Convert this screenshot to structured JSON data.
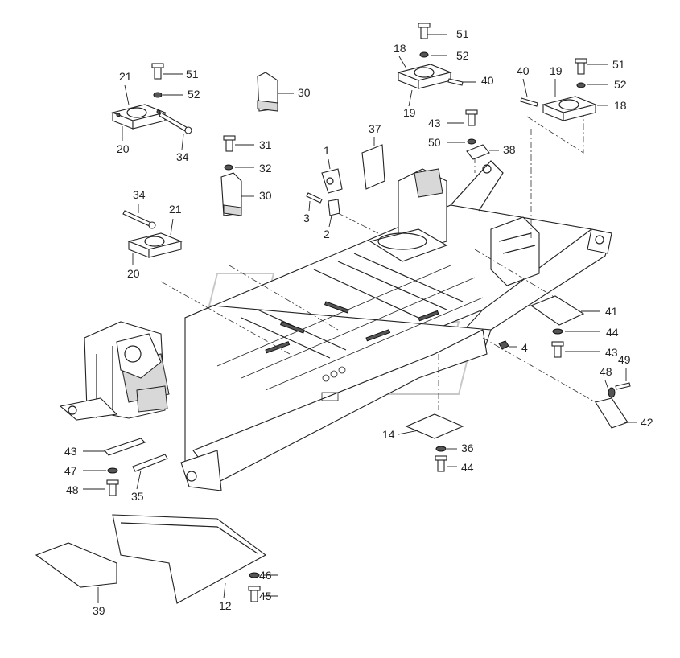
{
  "diagram": {
    "callouts": [
      "51",
      "52",
      "40",
      "18",
      "19",
      "21",
      "20",
      "34",
      "30",
      "31",
      "32",
      "37",
      "1",
      "3",
      "2",
      "43",
      "50",
      "38",
      "41",
      "44",
      "4",
      "49",
      "48",
      "42",
      "14",
      "36",
      "47",
      "35",
      "39",
      "12",
      "46",
      "45"
    ]
  }
}
